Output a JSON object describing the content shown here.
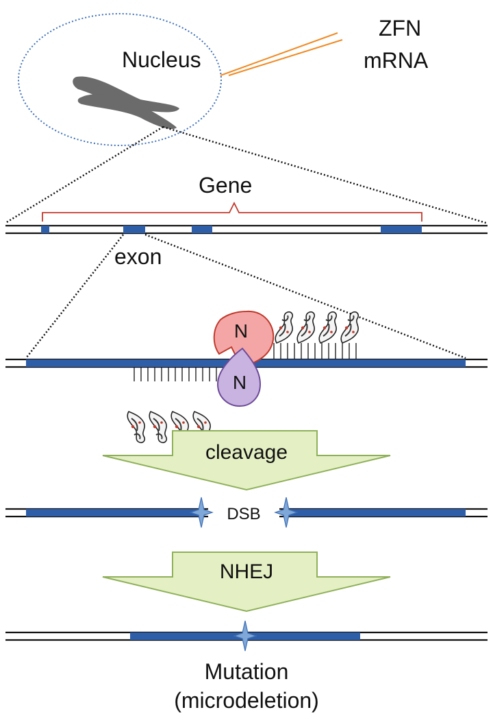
{
  "labels": {
    "nucleus": "Nucleus",
    "zfn_line1": "ZFN",
    "zfn_line2": "mRNA",
    "gene": "Gene",
    "exon": "exon",
    "nuclease_top": "N",
    "nuclease_bottom": "N",
    "cleavage": "cleavage",
    "dsb": "DSB",
    "nhej": "NHEJ",
    "mutation_line1": "Mutation",
    "mutation_line2": "(microdeletion)"
  },
  "colors": {
    "exon_blue": "#2e5ea8",
    "nucleus_outline": "#3d6fb5",
    "injection_needle": "#f08a24",
    "gene_bracket": "#c0392b",
    "nuclease_top_fill": "#f4a6a6",
    "nuclease_bottom_fill": "#c9b3e0",
    "arrow_fill": "#e4f0c4",
    "arrow_stroke": "#8fb05a",
    "chromosome": "#6b6b6b",
    "break_star": "#7fa8d8"
  },
  "icons": {
    "chromosome": "chromosome-icon",
    "needle": "injection-needle-icon",
    "zinc_finger": "zinc-finger-icon",
    "break": "double-strand-break-star-icon"
  }
}
